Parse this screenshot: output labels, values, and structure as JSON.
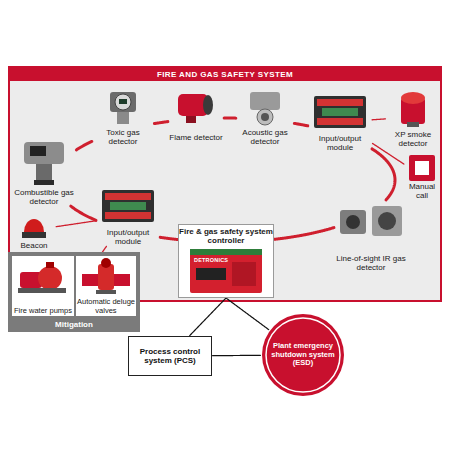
{
  "diagram": {
    "nodes": [
      {
        "text": [
          "FIRE AND GAS SAFETY SYSTEM"
        ]
      },
      {
        "text": [
          "Toxic gas detector"
        ],
        "in": 0
      },
      {
        "text": [
          "Flame detector"
        ],
        "in": 0
      },
      {
        "text": [
          "Acoustic gas detector"
        ],
        "in": 0
      },
      {
        "text": [
          "XP smoke detector"
        ],
        "in": 0
      },
      {
        "text": [
          "Combustible gas detector"
        ],
        "in": 0
      },
      {
        "text": [
          "Input/output module"
        ],
        "in": 0
      },
      {
        "text": [
          "Manual call"
        ],
        "in": 0
      },
      {
        "text": [
          "Beacon"
        ],
        "in": 0
      },
      {
        "text": [
          "Input/output module"
        ],
        "in": 0
      },
      {
        "text": [
          "Line-of-sight IR gas detector"
        ],
        "in": 0
      },
      {
        "text": [
          "Fire & gas safety system controller"
        ],
        "in": 0
      },
      {
        "text": [
          "Mitigation"
        ]
      },
      {
        "text": [
          "Fire water pumps"
        ],
        "in": 12
      },
      {
        "text": [
          "Automatic deluge valves"
        ],
        "in": 12
      },
      {
        "text": [
          "Process control system (PCS)"
        ]
      },
      {
        "text": [
          "Plant emergency shutdown system (ESD)"
        ]
      }
    ],
    "edges": [
      {
        "from": 5,
        "to": 1,
        "arrow": "none"
      },
      {
        "from": 1,
        "to": 2,
        "arrow": "none"
      },
      {
        "from": 2,
        "to": 3,
        "arrow": "none"
      },
      {
        "from": 3,
        "to": 6,
        "arrow": "none"
      },
      {
        "from": 6,
        "to": 10,
        "arrow": "none"
      },
      {
        "from": 10,
        "to": 11,
        "arrow": "none"
      },
      {
        "from": 11,
        "to": 9,
        "arrow": "none"
      },
      {
        "from": 9,
        "to": 5,
        "arrow": "none"
      },
      {
        "from": 6,
        "to": 4,
        "arrow": "none"
      },
      {
        "from": 6,
        "to": 7,
        "arrow": "none"
      },
      {
        "from": 9,
        "to": 8,
        "arrow": "none"
      },
      {
        "from": 9,
        "to": 12,
        "arrow": "none"
      },
      {
        "from": 11,
        "to": 15,
        "arrow": "none"
      },
      {
        "from": 11,
        "to": 16,
        "arrow": "none"
      },
      {
        "from": 15,
        "to": 16,
        "arrow": "none"
      }
    ],
    "labels": [
      "DETRONICS"
    ]
  }
}
